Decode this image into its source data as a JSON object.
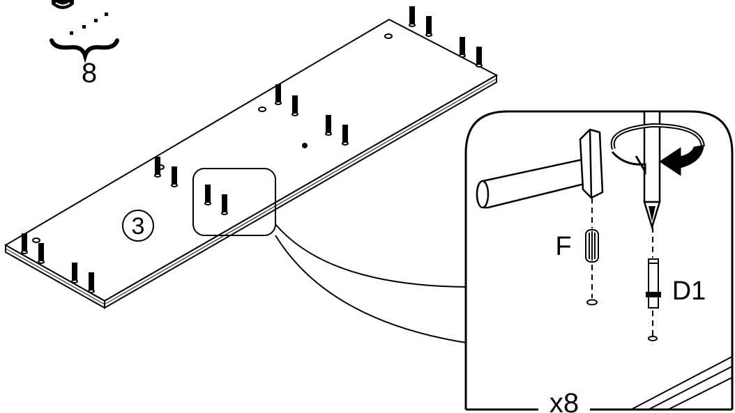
{
  "labels": {
    "count_top": "8",
    "panel_number": "3",
    "part_f": "F",
    "part_d1": "D1",
    "multiplier": "x8"
  },
  "colors": {
    "ink": "#000000",
    "paper": "#ffffff",
    "shade": "#1a1a1a"
  }
}
